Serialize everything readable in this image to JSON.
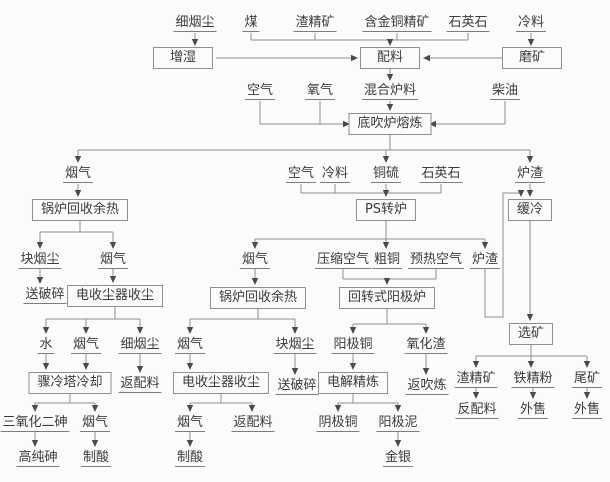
{
  "raw_inputs": {
    "fine_flue_dust": "细烟尘",
    "coal": "煤",
    "slag_concentrate": "渣精矿",
    "gold_copper_concentrate": "含金铜精矿",
    "quartz": "石英石",
    "cold_charge": "冷料"
  },
  "preparation": {
    "humidify": "增湿",
    "batching": "配料",
    "grinding": "磨矿"
  },
  "smelting": {
    "air": "空气",
    "oxygen": "氧气",
    "mixed_charge": "混合炉料",
    "diesel": "柴油",
    "bottom_blown_furnace": "底吹炉熔炼",
    "flue_gas": "烟气",
    "matte": "铜硫",
    "slag": "炉渣"
  },
  "converting": {
    "air": "空气",
    "cold_charge": "冷料",
    "quartz": "石英石",
    "ps_converter": "PS转炉",
    "flue_gas": "烟气",
    "compressed_air": "压缩空气",
    "blister_copper": "粗铜",
    "preheated_air": "预热空气",
    "slag": "炉渣"
  },
  "anode_refining": {
    "rotary_anode_furnace": "回转式阳极炉",
    "anode_copper": "阳极铜",
    "oxidized_slag": "氧化渣",
    "return_to_converting": "返吹炼"
  },
  "electrorefining": {
    "electrolytic_refining": "电解精炼",
    "cathode_copper": "阴极铜",
    "anode_slime": "阳极泥",
    "gold_silver": "金银"
  },
  "smelter_gas_line": {
    "waste_heat_boiler": "锅炉回收余热",
    "lump_dust": "块烟尘",
    "to_crushing": "送破碎",
    "flue_gas1": "烟气",
    "esp": "电收尘器收尘",
    "water": "水",
    "flue_gas2": "烟气",
    "fine_dust": "细烟尘",
    "return_to_batching": "返配料",
    "quench_tower": "骤冷塔冷却",
    "arsenic_trioxide": "三氧化二砷",
    "flue_gas3": "烟气",
    "high_purity_arsenic": "高纯砷",
    "acid_plant": "制酸"
  },
  "converter_gas_line": {
    "waste_heat_boiler": "锅炉回收余热",
    "flue_gas1": "烟气",
    "lump_dust": "块烟尘",
    "to_crushing": "送破碎",
    "esp": "电收尘器收尘",
    "flue_gas2": "烟气",
    "return_to_batching": "返配料",
    "acid_plant": "制酸"
  },
  "slag_line": {
    "slow_cooling": "缓冷",
    "beneficiation": "选矿",
    "slag_concentrate": "渣精矿",
    "iron_concentrate": "铁精粉",
    "tailings": "尾矿",
    "return_to_batching": "反配料",
    "iron_sold": "外售",
    "tailings_sold": "外售"
  }
}
